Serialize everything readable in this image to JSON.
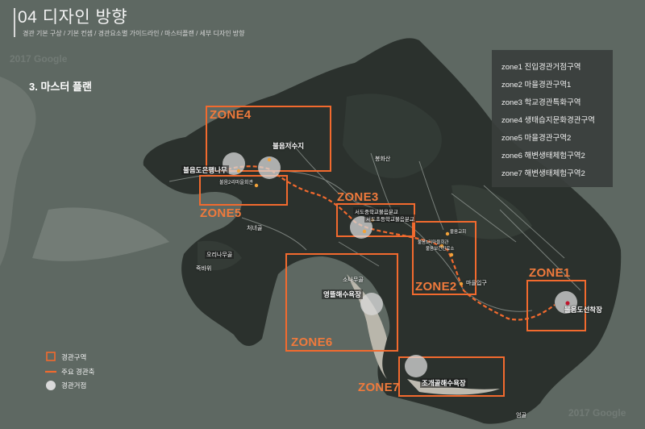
{
  "header": {
    "title": "04 디자인 방향",
    "subtitle": "경관 기본 구상 / 기본 컨셉 / 경관요소별 가이드라인 / 마스터플랜 / 세부 디자인 방향"
  },
  "section_title": "3. 마스터 플랜",
  "zone_legend": [
    "zone1 진입경관거점구역",
    "zone2 마을경관구역1",
    "zone3 학교경관특화구역",
    "zone4 생태습지문화경관구역",
    "zone5 마을경관구역2",
    "zone6 해변생태체험구역2",
    "zone7 해변생태체험구역2"
  ],
  "zones": {
    "z1": "ZONE1",
    "z2": "ZONE2",
    "z3": "ZONE3",
    "z4": "ZONE4",
    "z5": "ZONE5",
    "z6": "ZONE6",
    "z7": "ZONE7"
  },
  "places": {
    "reservoir": "불음저수지",
    "ginkgo": "불음도은행나무",
    "village_hall": "불음2리마을회관",
    "bongwhasan": "봉화산",
    "school1": "서도중학교불음분교",
    "school2": "서도초등학교불음분교",
    "cheoneogol": "처녀골",
    "orinamugol": "오리나무골",
    "jukbawi": "죽바위",
    "sonamugol": "소나무골",
    "yeongttul_beach": "영뜰해수욕장",
    "maeul_ipgu": "마을입구",
    "dock": "불음도선착장",
    "jogaegol_beach": "조개골해수욕장",
    "eomgol": "엄골",
    "village_labels": [
      "불음교회",
      "불음1리마을회관",
      "불음보건진료소"
    ]
  },
  "map_legend": {
    "zone_area": "경관구역",
    "main_axis": "주요 경관축",
    "viewpoint": "경관거점"
  },
  "watermarks": [
    "2017 Google",
    "2017 Google"
  ],
  "colors": {
    "accent": "#f26a2e",
    "sea": "#5d6660",
    "land": "#2a302c",
    "viewpoint": "#d9d9d9"
  }
}
